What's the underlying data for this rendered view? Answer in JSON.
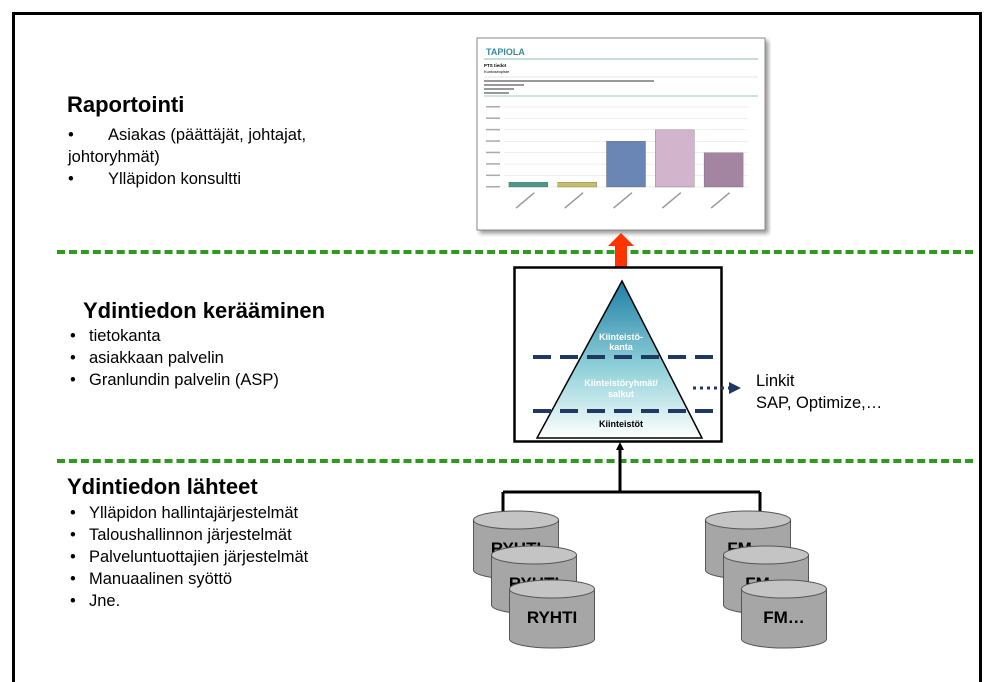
{
  "sections": {
    "reporting": {
      "heading": "Raportointi",
      "items": [
        "Asiakas  (päättäjät, johtajat,",
        "johtoryhmät)",
        "Ylläpidon konsultti"
      ]
    },
    "collection": {
      "heading": "Ydintiedon kerääminen",
      "items": [
        "tietokanta",
        "asiakkaan palvelin",
        "Granlundin palvelin (ASP)"
      ]
    },
    "sources": {
      "heading": "Ydintiedon lähteet",
      "items": [
        "Ylläpidon hallintajärjestelmät",
        "Taloushallinnon järjestelmät",
        "Palveluntuottajien järjestelmät",
        "Manuaalinen syöttö",
        "Jne."
      ]
    }
  },
  "pyramid": {
    "top": "Kiinteistö-",
    "top2": "kanta",
    "middle": "Kiinteistöryhmät/",
    "middle2": "salkut",
    "bottom": "Kiinteistöt"
  },
  "links": {
    "line1": "Linkit",
    "line2": "SAP, Optimize,…"
  },
  "databases": {
    "left": [
      "RYHTI",
      "RYHTI",
      "RYHTI"
    ],
    "right": [
      "FM…",
      "FM…",
      "FM…"
    ]
  },
  "colors": {
    "divider": "#2e9a1e",
    "pyramid_top": "#1e7fa6",
    "pyramid_bottom": "#ffffff",
    "arrow_up": "#ff3300",
    "db_fill": "#a6a6a6",
    "navy": "#1f3864"
  },
  "report_thumbnail": {
    "logo": "TAPIOLA",
    "title": "PTS tiedot",
    "subtitle": "Kuntoseopiste",
    "chart_data": {
      "type": "bar",
      "categories": [
        "",
        "",
        "",
        "",
        ""
      ],
      "values": [
        170000,
        170000,
        1600000,
        2000000,
        1200000
      ],
      "colors": [
        "#4a9a8a",
        "#c9bd6a",
        "#6a86b4",
        "#d2b4cc",
        "#a485a1"
      ],
      "ylim": [
        0,
        2800000
      ]
    }
  }
}
